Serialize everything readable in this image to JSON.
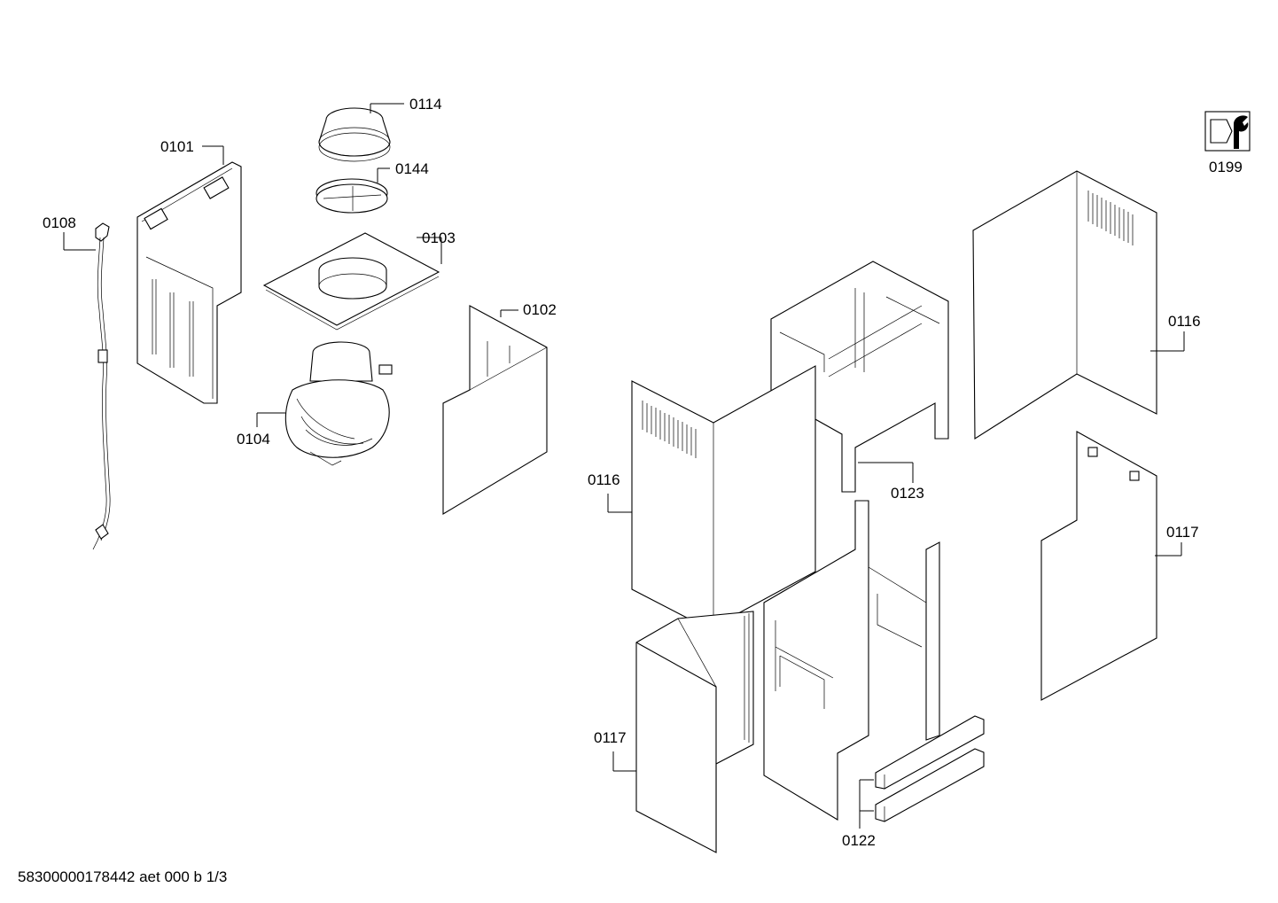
{
  "labels": {
    "l0114": "0114",
    "l0101": "0101",
    "l0144": "0144",
    "l0108": "0108",
    "l0103": "0103",
    "l0102": "0102",
    "l0104": "0104",
    "l0199": "0199",
    "l0116a": "0116",
    "l0116b": "0116",
    "l0123": "0123",
    "l0117a": "0117",
    "l0117b": "0117",
    "l0122": "0122"
  },
  "footer": {
    "code": "58300000178442 aet 000 b 1/3"
  },
  "icons": {
    "service": "wrench-nut-icon"
  }
}
